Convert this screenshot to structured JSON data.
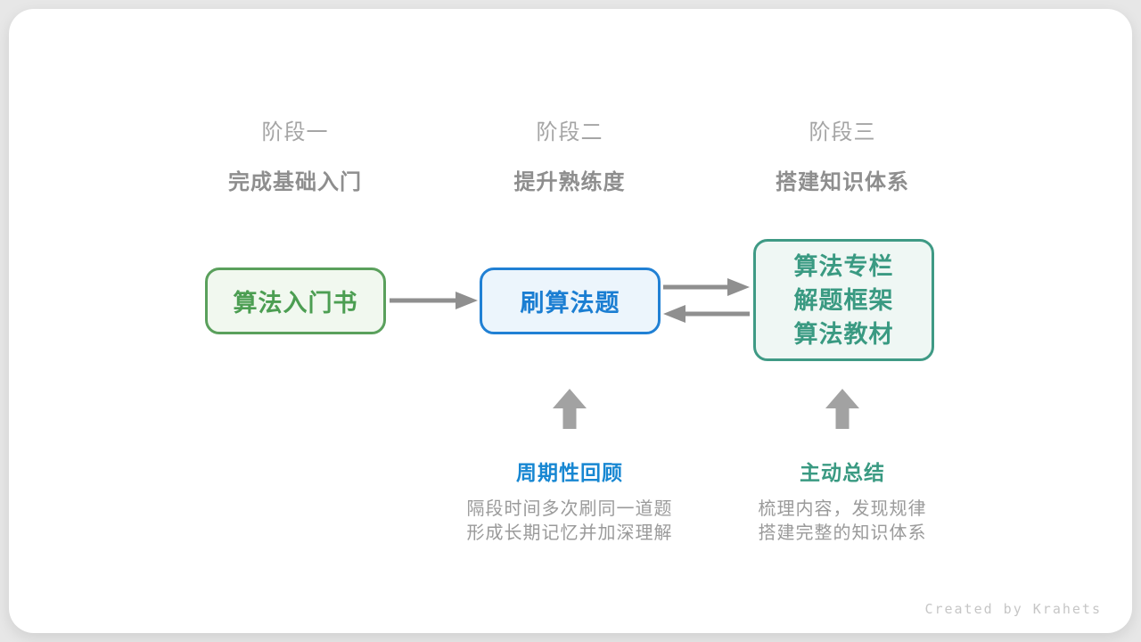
{
  "stages": [
    {
      "label": "阶段一",
      "title": "完成基础入门"
    },
    {
      "label": "阶段二",
      "title": "提升熟练度"
    },
    {
      "label": "阶段三",
      "title": "搭建知识体系"
    }
  ],
  "boxes": [
    {
      "lines": [
        "算法入门书"
      ],
      "border": "#5aa05c",
      "fill": "#f1f8ef",
      "text_color": "#4c9e52"
    },
    {
      "lines": [
        "刷算法题"
      ],
      "border": "#2080d4",
      "fill": "#ecf5fc",
      "text_color": "#1b7ed2"
    },
    {
      "lines": [
        "算法专栏",
        "解题框架",
        "算法教材"
      ],
      "border": "#3f9a85",
      "fill": "#eff7f4",
      "text_color": "#3a9a82"
    }
  ],
  "annotations": [
    {
      "title": "周期性回顾",
      "title_color": "#1787d2",
      "desc_lines": [
        "隔段时间多次刷同一道题",
        "形成长期记忆并加深理解"
      ]
    },
    {
      "title": "主动总结",
      "title_color": "#3a9a82",
      "desc_lines": [
        "梳理内容，发现规律",
        "搭建完整的知识体系"
      ]
    }
  ],
  "credit": "Created by Krahets",
  "colors": {
    "background": "#e7e7e7",
    "card": "#ffffff",
    "stage_label": "#a5a5a5",
    "stage_title": "#8e8e8e",
    "horizontal_arrow": "#8f8f8f",
    "up_arrow": "#a2a2a2",
    "description_text": "#9a9a9a",
    "credit_text": "#c6c6c6"
  }
}
